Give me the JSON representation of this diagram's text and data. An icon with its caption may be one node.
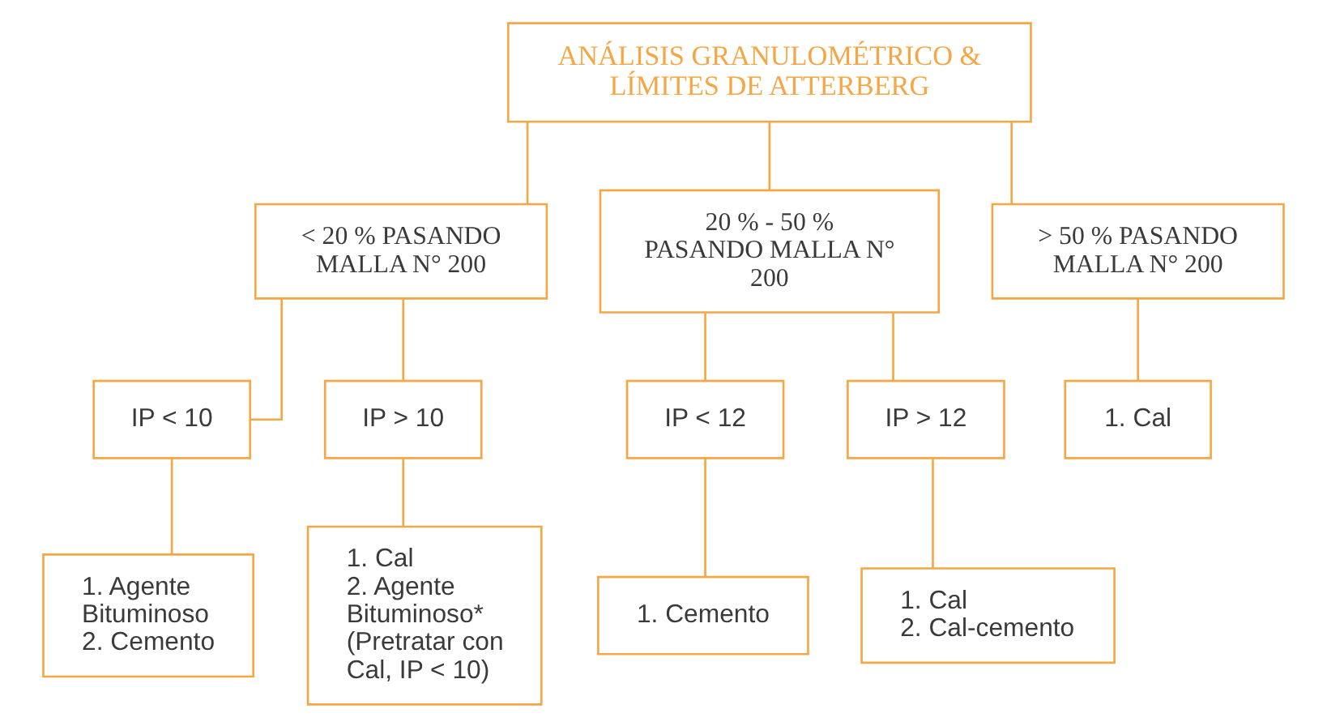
{
  "diagram": {
    "nodes": [
      {
        "text": [
          "ANÁLISIS GRANULOMÉTRICO & LÍMITES DE ATTERBERG"
        ]
      },
      {
        "text": [
          "< 20 % PASANDO MALLA N° 200"
        ]
      },
      {
        "text": [
          "20 % - 50 % PASANDO MALLA N° 200"
        ]
      },
      {
        "text": [
          "> 50 % PASANDO MALLA N° 200"
        ]
      },
      {
        "text": [
          "IP < 10"
        ]
      },
      {
        "text": [
          "IP > 10"
        ]
      },
      {
        "text": [
          "IP < 12"
        ]
      },
      {
        "text": [
          "IP > 12"
        ]
      },
      {
        "text": [
          "1. Cal"
        ]
      },
      {
        "text": [
          "1. Agente Bituminoso",
          "2. Cemento"
        ]
      },
      {
        "text": [
          "1. Cal",
          "2. Agente Bituminoso* (Pretratar con Cal, IP < 10)"
        ]
      },
      {
        "text": [
          "1. Cemento"
        ]
      },
      {
        "text": [
          "1. Cal",
          "2. Cal-cemento"
        ]
      }
    ],
    "edges": [
      {
        "from": 0,
        "to": 1,
        "arrow": "none"
      },
      {
        "from": 0,
        "to": 2,
        "arrow": "none"
      },
      {
        "from": 0,
        "to": 3,
        "arrow": "none"
      },
      {
        "from": 1,
        "to": 4,
        "arrow": "none"
      },
      {
        "from": 1,
        "to": 5,
        "arrow": "none"
      },
      {
        "from": 2,
        "to": 6,
        "arrow": "none"
      },
      {
        "from": 2,
        "to": 7,
        "arrow": "none"
      },
      {
        "from": 3,
        "to": 8,
        "arrow": "none"
      },
      {
        "from": 4,
        "to": 9,
        "arrow": "none"
      },
      {
        "from": 5,
        "to": 10,
        "arrow": "none"
      },
      {
        "from": 6,
        "to": 11,
        "arrow": "none"
      },
      {
        "from": 7,
        "to": 12,
        "arrow": "none"
      }
    ]
  }
}
